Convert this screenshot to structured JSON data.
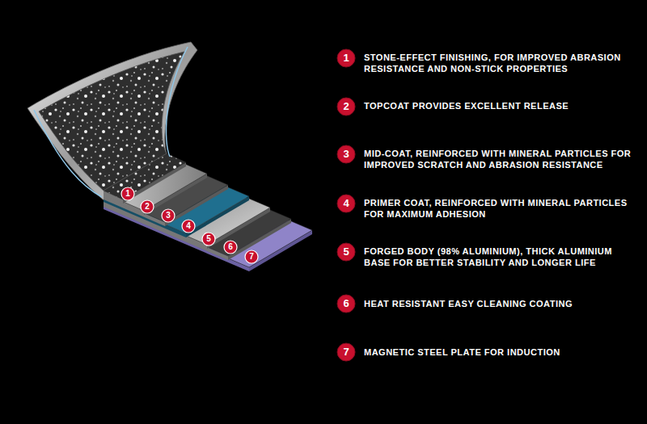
{
  "diagram": {
    "nodes": [
      {
        "text": [
          "1"
        ]
      },
      {
        "text": [
          "2"
        ]
      },
      {
        "text": [
          "3"
        ]
      },
      {
        "text": [
          "4"
        ]
      },
      {
        "text": [
          "5"
        ]
      },
      {
        "text": [
          "6"
        ]
      },
      {
        "text": [
          "7"
        ]
      },
      {
        "text": [
          "1"
        ]
      },
      {
        "text": [
          "2"
        ]
      },
      {
        "text": [
          "3"
        ]
      },
      {
        "text": [
          "4"
        ]
      },
      {
        "text": [
          "5"
        ]
      },
      {
        "text": [
          "6"
        ]
      },
      {
        "text": [
          "7"
        ]
      }
    ],
    "labels": [
      "STONE-EFFECT FINISHING, FOR IMPROVED ABRASION RESISTANCE AND NON-STICK PROPERTIES",
      "TOPCOAT PROVIDES EXCELLENT RELEASE",
      "MID-COAT, REINFORCED WITH MINERAL PARTICLES FOR IMPROVED SCRATCH AND ABRASION RESISTANCE",
      "PRIMER COAT, REINFORCED WITH MINERAL PARTICLES FOR MAXIMUM ADHESION",
      "FORGED BODY (98% ALUMINIUM), THICK ALUMINIUM BASE FOR BETTER STABILITY AND LONGER LIFE",
      "HEAT RESISTANT EASY CLEANING COATING",
      "MAGNETIC STEEL PLATE FOR INDUCTION"
    ]
  }
}
